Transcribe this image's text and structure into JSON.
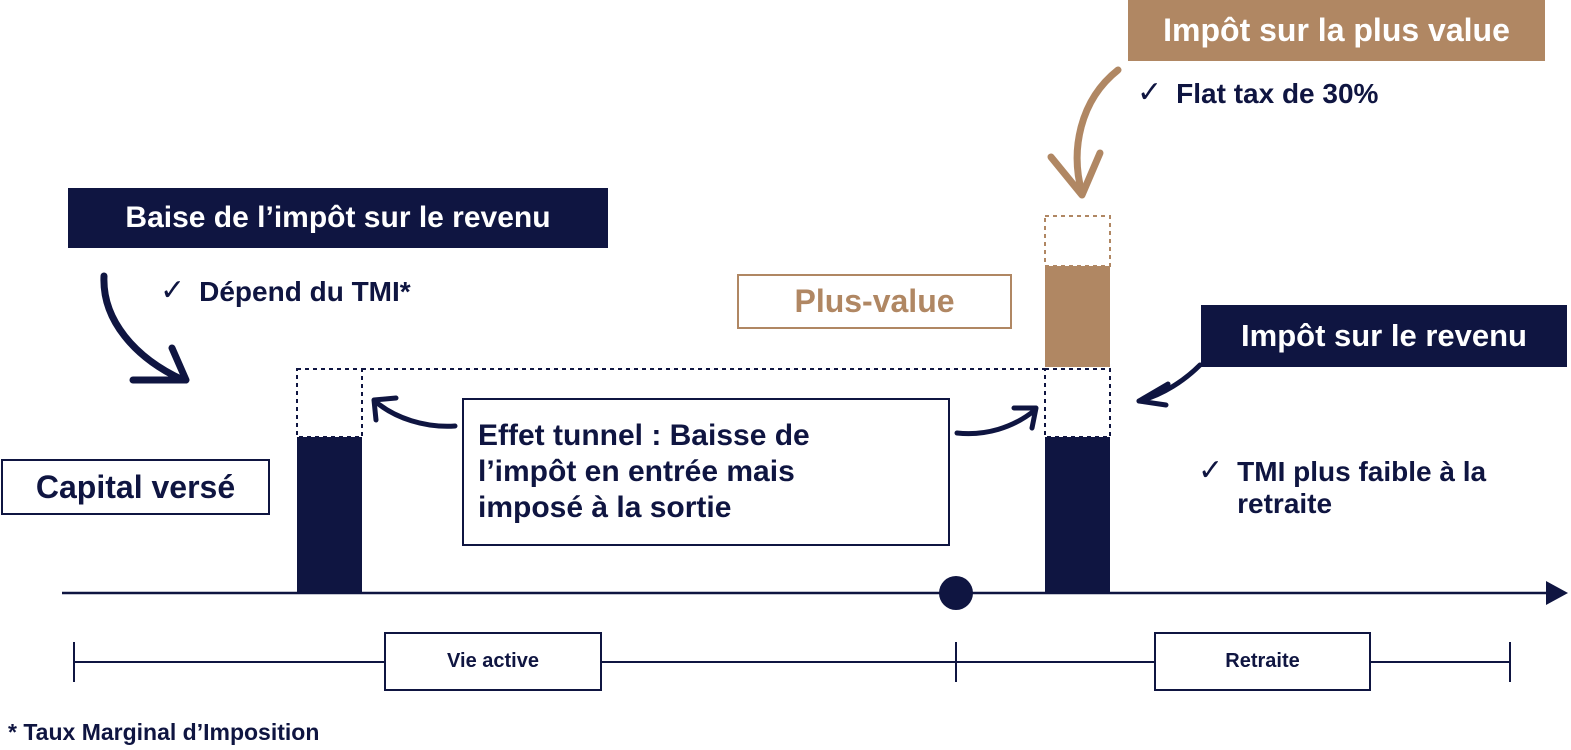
{
  "boxes": {
    "impot_plus_value": "Impôt sur la plus value",
    "flat_tax": "Flat tax de 30%",
    "baisse_impot": "Baise de l’impôt sur le revenu",
    "depend_tmi": "Dépend du TMI*",
    "plus_value": "Plus-value",
    "impot_revenu": "Impôt sur le revenu",
    "capital_verse": "Capital versé",
    "effet_tunnel": "Effet tunnel : Baisse de l’impôt en entrée mais imposé à la sortie",
    "tmi_plus_faible": "TMI plus faible à la retraite"
  },
  "timeline": {
    "vie_active": "Vie active",
    "retraite": "Retraite"
  },
  "footnote": "* Taux Marginal d’Imposition",
  "icons": {
    "check": "check-icon",
    "arrow": "curved-arrow-icon"
  },
  "colors": {
    "navy": "#0f1541",
    "gold": "#b08763"
  }
}
